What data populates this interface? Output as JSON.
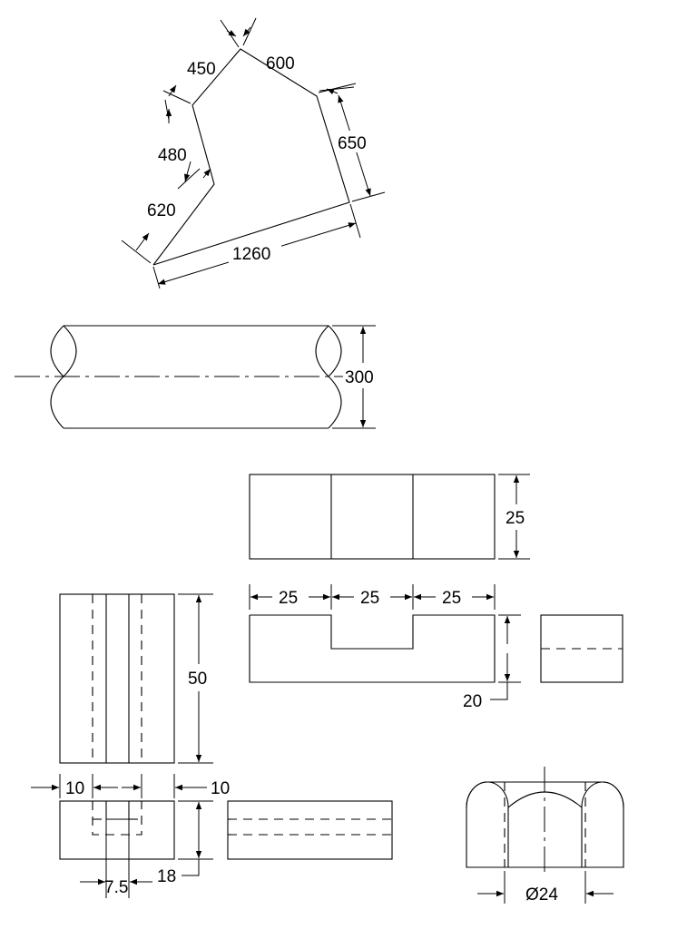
{
  "labels": {
    "poly_450": "450",
    "poly_600": "600",
    "poly_480": "480",
    "poly_650": "650",
    "poly_620": "620",
    "poly_1260": "1260",
    "shaft_300": "300",
    "top_25_height": "25",
    "width_25_a": "25",
    "width_25_b": "25",
    "width_25_c": "25",
    "slot_height_20": "20",
    "side_height_50": "50",
    "left_10": "10",
    "right_10": "10",
    "bottom_7_5": "7.5",
    "bottom_18": "18",
    "diameter_24": "Ø24"
  }
}
